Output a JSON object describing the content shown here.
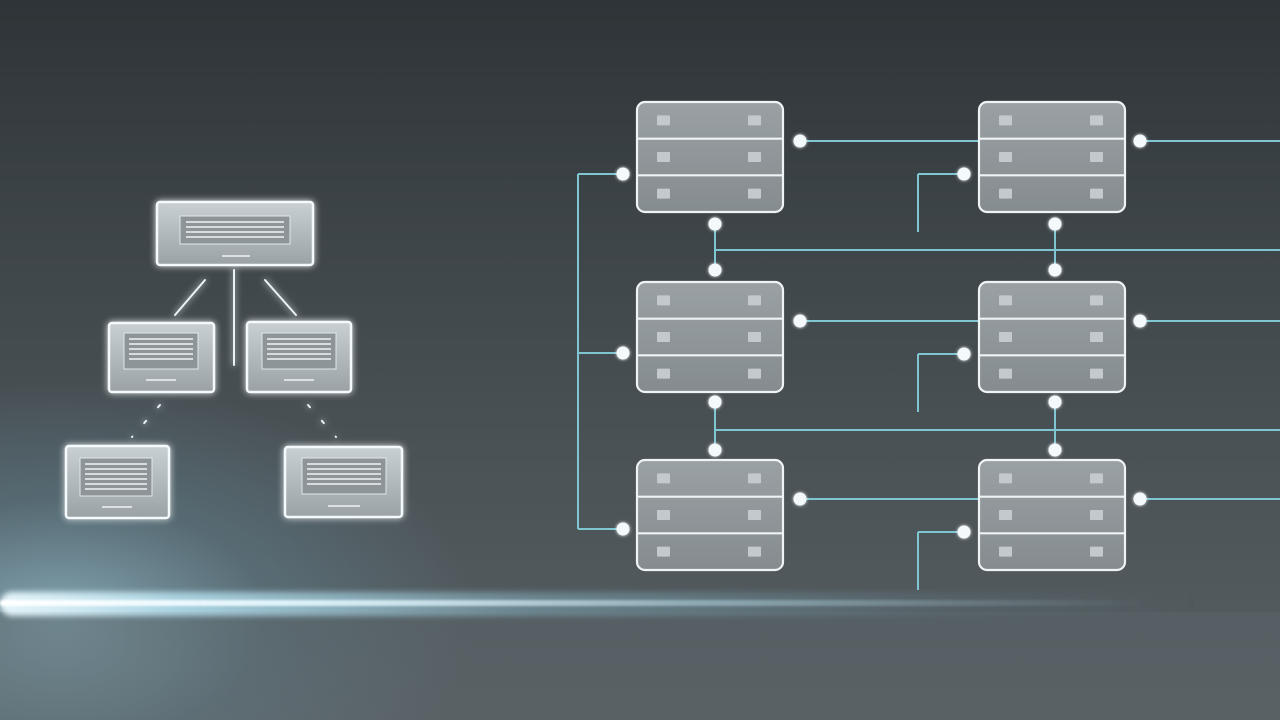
{
  "colors": {
    "background_top": "#2e3437",
    "background_bottom": "#575f63",
    "connector": "#7fc6d3",
    "node_fill": "#8c9396",
    "node_stroke": "#f2f6f8",
    "glow": "#e8f7ff"
  },
  "org_chart": {
    "levels": [
      1,
      2,
      2
    ],
    "icon": "document-card-icon"
  },
  "server_grid": {
    "rows": 3,
    "columns": 2,
    "units_per_rack": 3,
    "icon": "server-rack-icon"
  }
}
